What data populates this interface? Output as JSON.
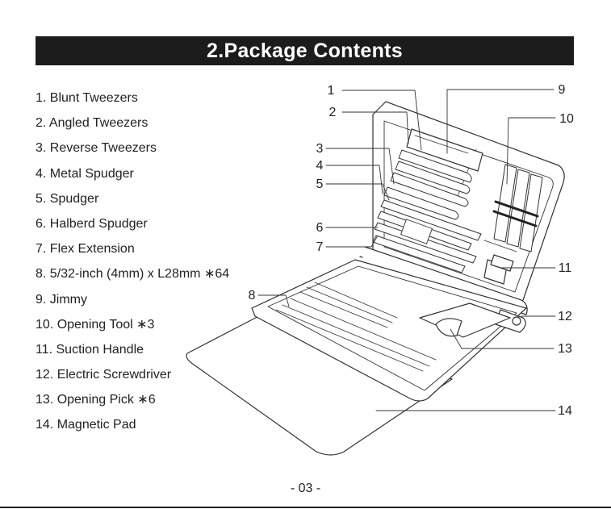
{
  "title": "2.Package Contents",
  "items": [
    "1. Blunt Tweezers",
    "2. Angled Tweezers",
    "3. Reverse Tweezers",
    "4. Metal Spudger",
    "5. Spudger",
    "6. Halberd Spudger",
    "7. Flex Extension",
    "8. 5/32-inch (4mm) x L28mm ∗64",
    "9. Jimmy",
    "10. Opening Tool ∗3",
    "11. Suction Handle",
    "12. Electric Screwdriver",
    "13. Opening Pick ∗6",
    "14. Magnetic Pad"
  ],
  "callouts": [
    "1",
    "2",
    "3",
    "4",
    "5",
    "6",
    "7",
    "8",
    "9",
    "10",
    "11",
    "12",
    "13",
    "14"
  ],
  "page_number": "- 03 -",
  "colors": {
    "title_bar": "#1c1c1c",
    "title_text": "#ffffff",
    "line_art": "#333333"
  }
}
